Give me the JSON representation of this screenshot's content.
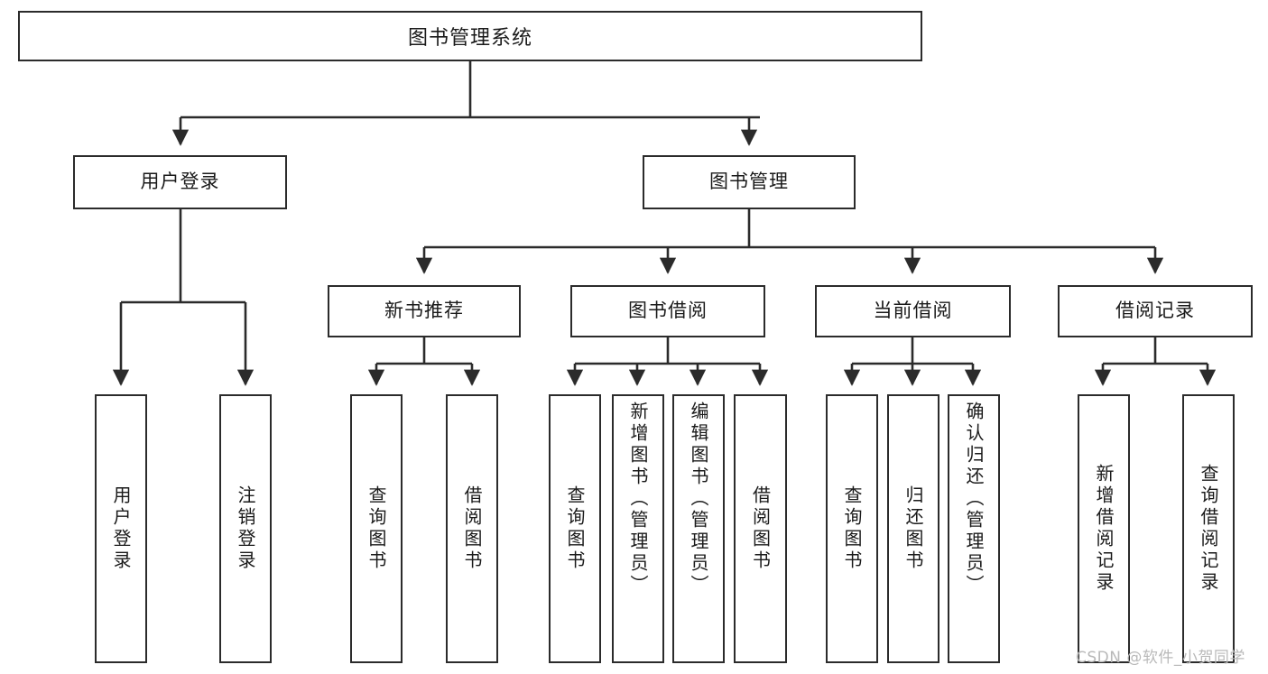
{
  "diagram": {
    "type": "tree-hierarchy",
    "title": "图书管理系统",
    "root": {
      "label": "图书管理系统",
      "id": "root"
    },
    "level1": [
      {
        "id": "user-login",
        "label": "用户登录"
      },
      {
        "id": "book-manage",
        "label": "图书管理"
      }
    ],
    "level2": [
      {
        "id": "new-book-recommend",
        "label": "新书推荐",
        "parent": "book-manage"
      },
      {
        "id": "book-borrow",
        "label": "图书借阅",
        "parent": "book-manage"
      },
      {
        "id": "current-borrow",
        "label": "当前借阅",
        "parent": "book-manage"
      },
      {
        "id": "borrow-record",
        "label": "借阅记录",
        "parent": "book-manage"
      }
    ],
    "leaves": {
      "user-login": [
        {
          "id": "leaf-user-login",
          "label": "用户登录"
        },
        {
          "id": "leaf-user-logout",
          "label": "注销登录"
        }
      ],
      "new-book-recommend": [
        {
          "id": "leaf-query-book-1",
          "label": "查询图书"
        },
        {
          "id": "leaf-borrow-book-1",
          "label": "借阅图书"
        }
      ],
      "book-borrow": [
        {
          "id": "leaf-query-book-2",
          "label": "查询图书"
        },
        {
          "id": "leaf-add-book",
          "label": "新增图书（管理员）"
        },
        {
          "id": "leaf-edit-book",
          "label": "编辑图书（管理员）"
        },
        {
          "id": "leaf-borrow-book-2",
          "label": "借阅图书"
        }
      ],
      "current-borrow": [
        {
          "id": "leaf-query-book-3",
          "label": "查询图书"
        },
        {
          "id": "leaf-return-book",
          "label": "归还图书"
        },
        {
          "id": "leaf-confirm-return",
          "label": "确认归还（管理员）"
        }
      ],
      "borrow-record": [
        {
          "id": "leaf-add-record",
          "label": "新增借阅记录"
        },
        {
          "id": "leaf-query-record",
          "label": "查询借阅记录"
        }
      ]
    },
    "watermark": "CSDN @软件_小贺同学",
    "colors": {
      "stroke": "#2b2b2b",
      "background": "#ffffff",
      "text": "#1a1a1a",
      "watermark": "#b9b9b9"
    }
  }
}
